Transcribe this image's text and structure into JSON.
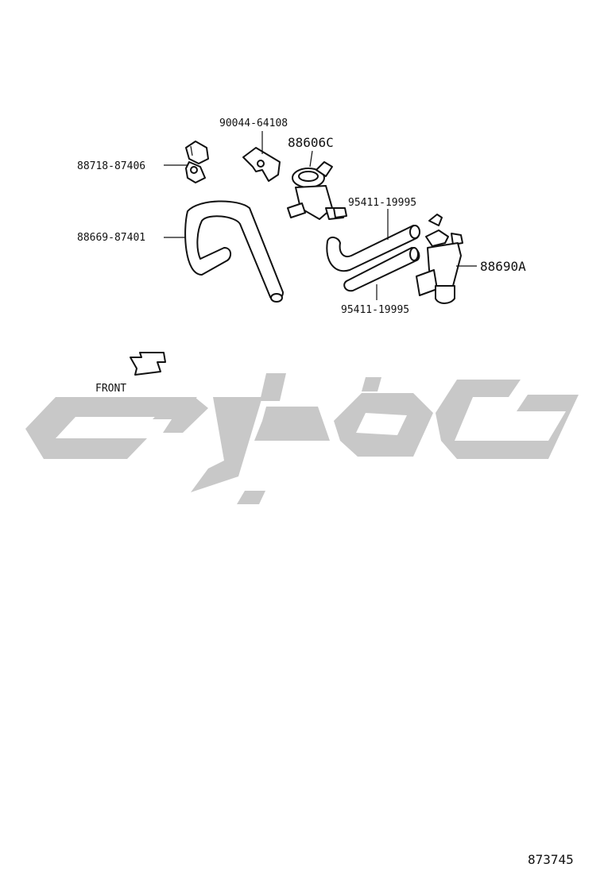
{
  "labels": {
    "clamp": "88718-87406",
    "cushion": "90044-64108",
    "valve": "88606C",
    "hose_upper": "95411-19995",
    "hose_lower": "95411-19995",
    "hose_bent": "88669-87401",
    "vsv": "88690A",
    "front": "FRONT",
    "ref": "873745"
  },
  "colors": {
    "ink": "#111111",
    "watermark": "#c8c8c8",
    "background": "#ffffff"
  }
}
